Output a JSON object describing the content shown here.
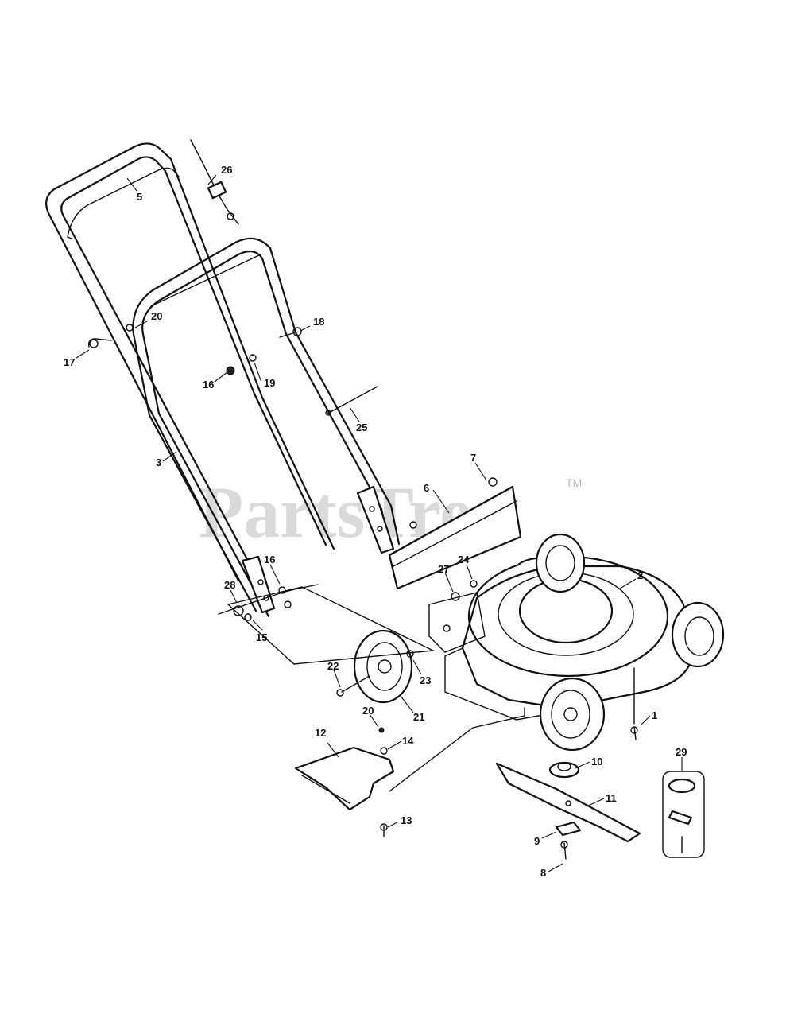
{
  "watermark": {
    "brand": "PartsTree",
    "trademark": "TM"
  },
  "callouts": {
    "c1": "1",
    "c2": "2",
    "c3": "3",
    "c5": "5",
    "c6": "6",
    "c7": "7",
    "c8": "8",
    "c9": "9",
    "c10": "10",
    "c11": "11",
    "c12": "12",
    "c13": "13",
    "c14": "14",
    "c15": "15",
    "c16a": "16",
    "c16b": "16",
    "c17": "17",
    "c18": "18",
    "c19": "19",
    "c20a": "20",
    "c20b": "20",
    "c21": "21",
    "c22": "22",
    "c23": "23",
    "c24": "24",
    "c25": "25",
    "c26": "26",
    "c27": "27",
    "c28": "28",
    "c29": "29"
  }
}
